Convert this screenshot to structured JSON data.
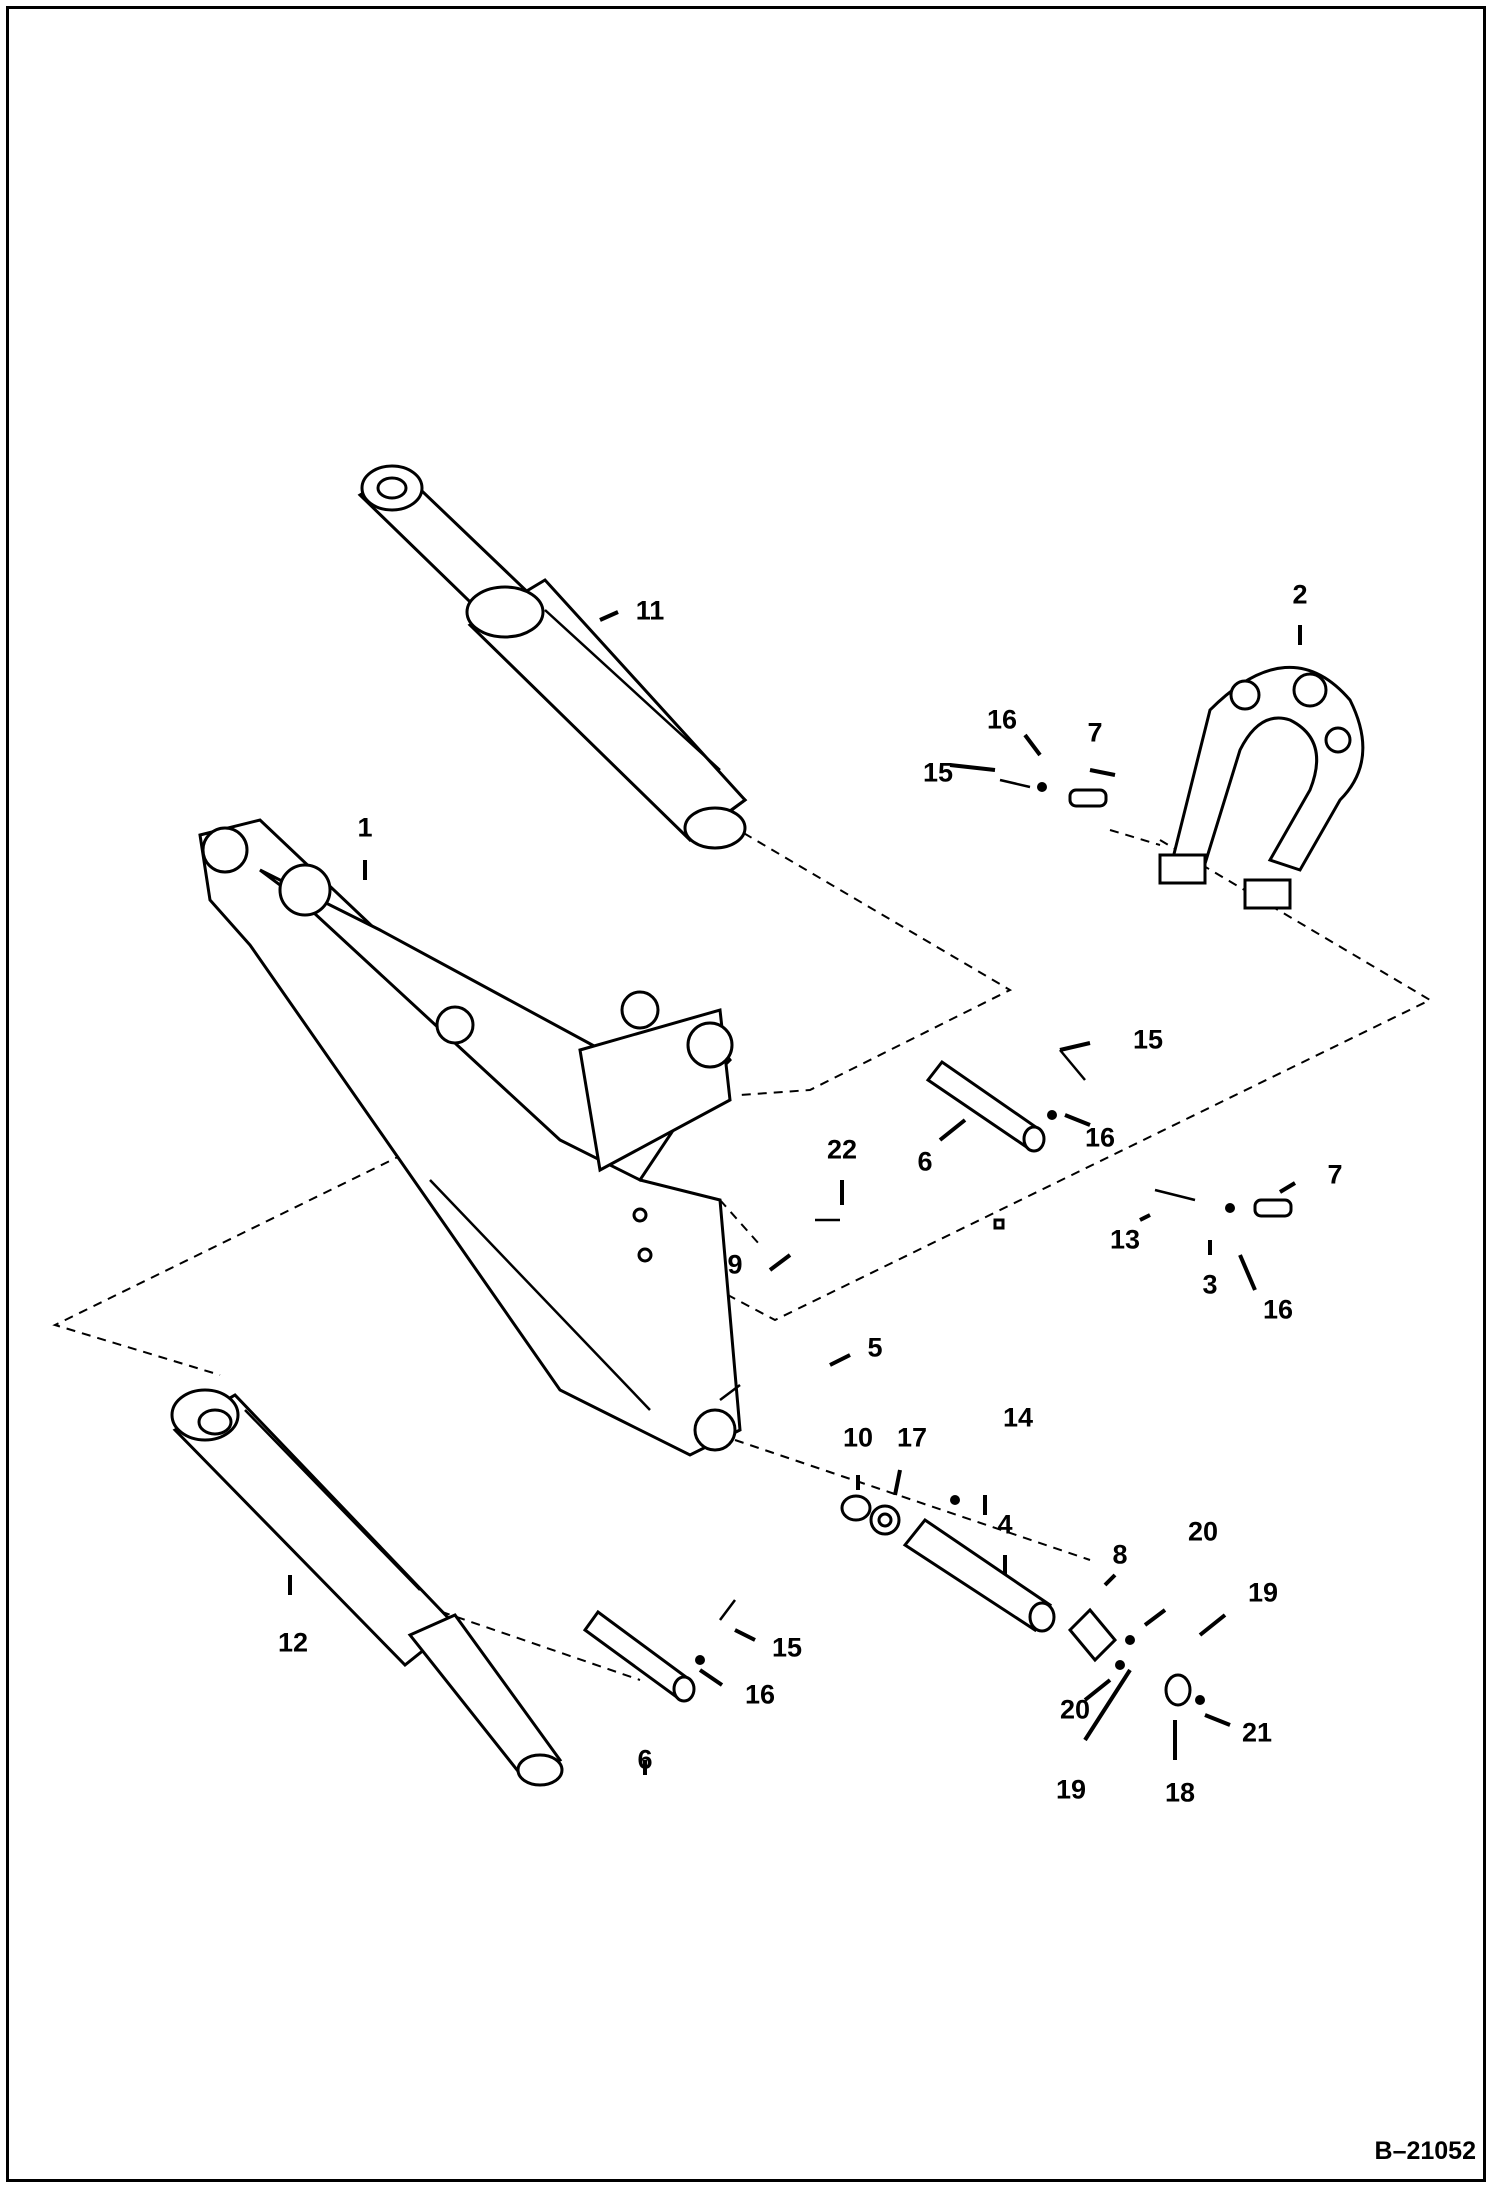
{
  "diagram": {
    "reference": "B–21052",
    "labels": [
      "1",
      "2",
      "3",
      "4",
      "5",
      "6",
      "6",
      "7",
      "7",
      "8",
      "9",
      "10",
      "11",
      "12",
      "13",
      "14",
      "15",
      "15",
      "15",
      "16",
      "16",
      "16",
      "16",
      "17",
      "18",
      "19",
      "19",
      "20",
      "20",
      "21",
      "22"
    ]
  }
}
